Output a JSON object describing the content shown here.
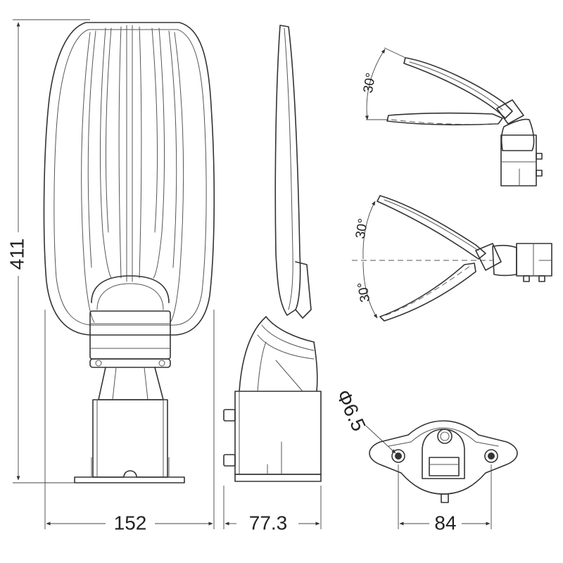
{
  "dimensions": {
    "height": "411",
    "front_width": "152",
    "side_width": "77.3",
    "bottom_width": "84",
    "hole_diameter": "Φ6.5"
  },
  "angles": {
    "top_tilt": "30°",
    "middle_tilt_up": "30°",
    "middle_tilt_down": "30°"
  }
}
